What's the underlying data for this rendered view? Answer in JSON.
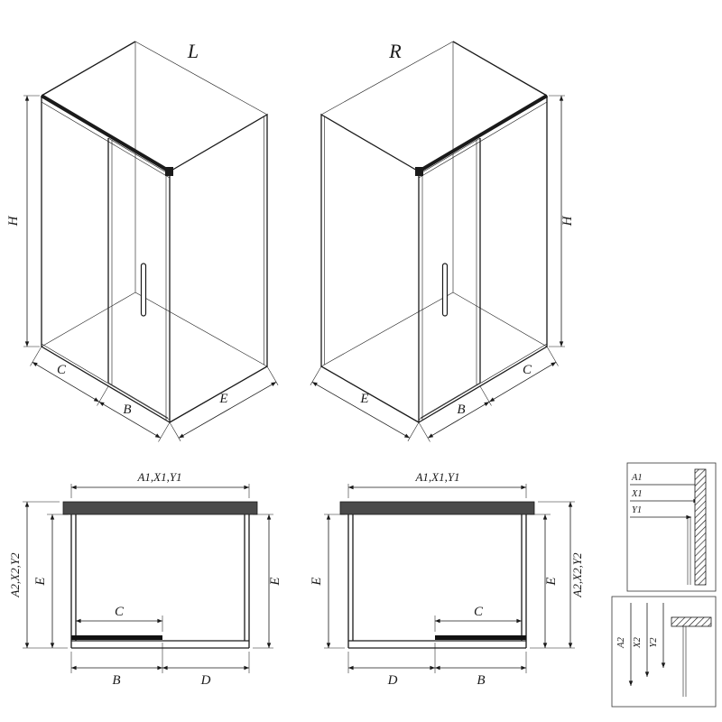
{
  "iso_left": {
    "variant_label": "L",
    "dim_height": "H",
    "dim_fixed_front": "C",
    "dim_door": "B",
    "dim_side": "E"
  },
  "iso_right": {
    "variant_label": "R",
    "dim_height": "H",
    "dim_fixed_front": "C",
    "dim_door": "B",
    "dim_side": "E"
  },
  "plan_left": {
    "dim_top": "A1,X1,Y1",
    "dim_left_outer": "A2,X2,Y2",
    "dim_side_left": "E",
    "dim_side_right": "E",
    "dim_opening": "C",
    "dim_door": "B",
    "dim_fixed": "D"
  },
  "plan_right": {
    "dim_top": "A1,X1,Y1",
    "dim_right_outer": "A2,X2,Y2",
    "dim_side_left": "E",
    "dim_side_right": "E",
    "dim_opening": "C",
    "dim_door": "B",
    "dim_fixed": "D"
  },
  "detail_top": {
    "rows": [
      "A1",
      "X1",
      "Y1"
    ]
  },
  "detail_bottom": {
    "rows": [
      "A2",
      "X2",
      "Y2"
    ]
  },
  "colors": {
    "line": "#1a1a1a",
    "wall_fill": "#4a4a4a",
    "door_fill": "#111111",
    "background": "#ffffff"
  }
}
